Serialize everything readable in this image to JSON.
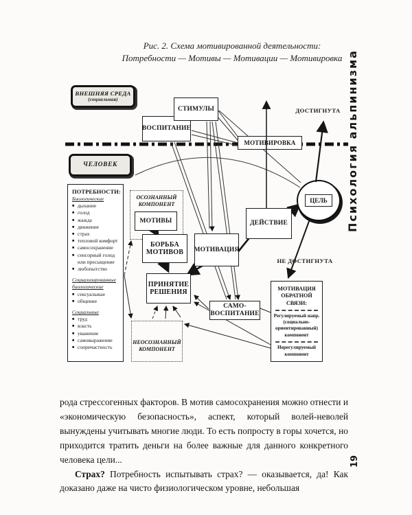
{
  "page": {
    "caption_line1": "Рис. 2. Схема мотивированной деятельности:",
    "caption_line2": "Потребности — Мотивы — Мотивации — Мотивировка",
    "side_title": "Психология альпинизма",
    "page_number": "19"
  },
  "diagram": {
    "env": {
      "title": "ВНЕШНЯЯ СРЕДА",
      "subtitle": "(социальная)"
    },
    "human": "ЧЕЛОВЕК",
    "boxes": {
      "stimuli": "СТИМУЛЫ",
      "upbringing": "ВОСПИТАНИЕ",
      "motivirovka": "МОТИВИРОВКА",
      "motives": "МОТИВЫ",
      "struggle": "БОРЬБА МОТИВОВ",
      "motivation": "МОТИВАЦИЯ",
      "action": "ДЕЙСТВИЕ",
      "goal": "ЦЕЛЬ",
      "decision": "ПРИНЯТИЕ РЕШЕНИЯ",
      "self_upbringing": "САМО-ВОСПИТАНИЕ"
    },
    "labels": {
      "achieved": "ДОСТИГНУТА",
      "not_achieved": "НЕ ДОСТИГНУТА",
      "conscious": "ОСОЗНАННЫЙ КОМПОНЕНТ",
      "unconscious": "НЕОСОЗНАННЫЙ КОМПОНЕНТ"
    },
    "needs": {
      "title": "ПОТРЕБНОСТИ:",
      "groups": [
        {
          "heading": "Биологические",
          "items": [
            "дыхание",
            "голод",
            "жажда",
            "движение",
            "страх",
            "тепловой комфорт",
            "самосохранение",
            "сенсорный голод или пресыщение",
            "любопытство"
          ]
        },
        {
          "heading": "Социализированные биологические",
          "items": [
            "сексуальные",
            "общение"
          ]
        },
        {
          "heading": "Социальные",
          "items": [
            "труд",
            "власть",
            "уважение",
            "самовыражение",
            "сопричастность"
          ]
        }
      ]
    },
    "feedback": {
      "title": "МОТИВАЦИЯ ОБРАТНОЙ СВЯЗИ:",
      "regulated": "Регулируемый напр. (социально-ориентированный) компонент",
      "unregulated": "Нерегулируемый компонент"
    }
  },
  "body": {
    "para1": "рода стрессогенных факторов. В мотив самосохранения можно отнести и «экономическую безопасность», аспект, который волей-неволей вынуждены учитывать многие люди. То есть попросту в горы хочется, но приходится тратить деньги на более важные для данного конкретного человека цели...",
    "para2_lead": "Страх?",
    "para2_rest": " Потребность испытывать страх? — оказывается, да! Как доказано даже на чисто физиологическом уровне, небольшая"
  },
  "colors": {
    "ink": "#1b1b1b",
    "badge_fill": "#eceae5",
    "paper": "#fcfbf9"
  }
}
